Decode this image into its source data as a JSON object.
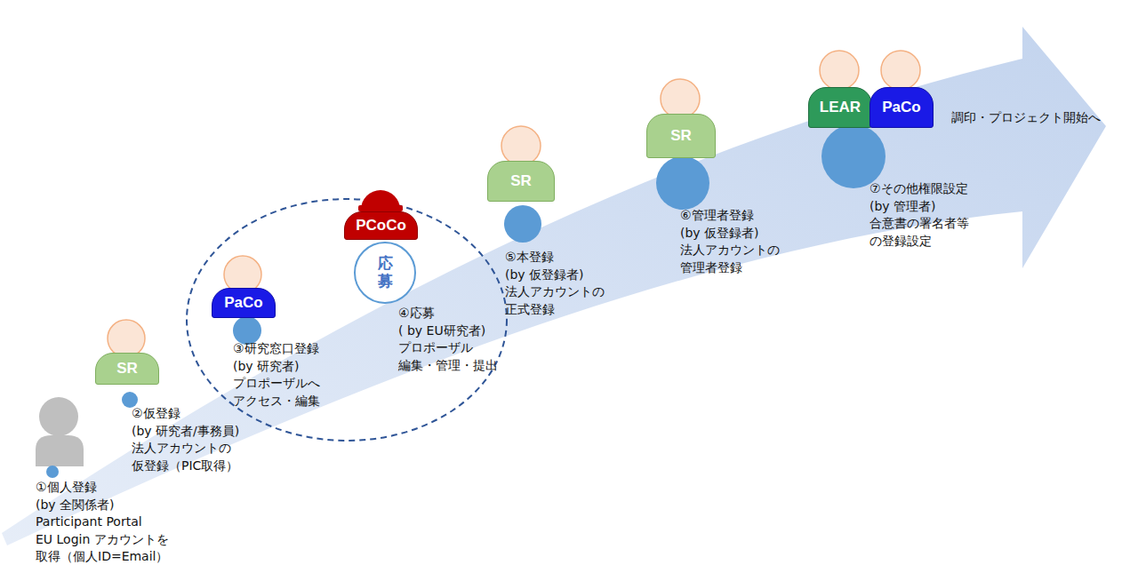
{
  "diagram": {
    "nodes": [
      {
        "text": [
          "SR"
        ]
      },
      {
        "text": [
          "PaCo"
        ]
      },
      {
        "text": [
          "PCoCo"
        ]
      },
      {
        "text": [
          "応募"
        ]
      },
      {
        "text": [
          "SR"
        ]
      },
      {
        "text": [
          "SR"
        ]
      },
      {
        "text": [
          "LEAR"
        ]
      },
      {
        "text": [
          "PaCo"
        ]
      }
    ],
    "labels": [
      "①個人登録",
      "(by 全関係者)",
      "Participant Portal",
      "EU Login アカウントを",
      "取得（個人ID=Email）",
      "②仮登録",
      "(by 研究者/事務員)",
      "法人アカウントの",
      "仮登録（PIC取得）",
      "③研究窓口登録",
      "(by 研究者)",
      "プロポーザルへ",
      "アクセス・編集",
      "④応募",
      "( by EU研究者)",
      "プロポーザル",
      "編集・管理・提出",
      "⑤本登録",
      "(by 仮登録者)",
      "法人アカウントの",
      "正式登録",
      "⑥管理者登録",
      "(by 仮登録者)",
      "法人アカウントの",
      "管理者登録",
      "⑦その他権限設定",
      "(by 管理者)",
      "合意書の署名者等",
      "の登録設定",
      "調印・プロジェクト開始へ"
    ]
  }
}
